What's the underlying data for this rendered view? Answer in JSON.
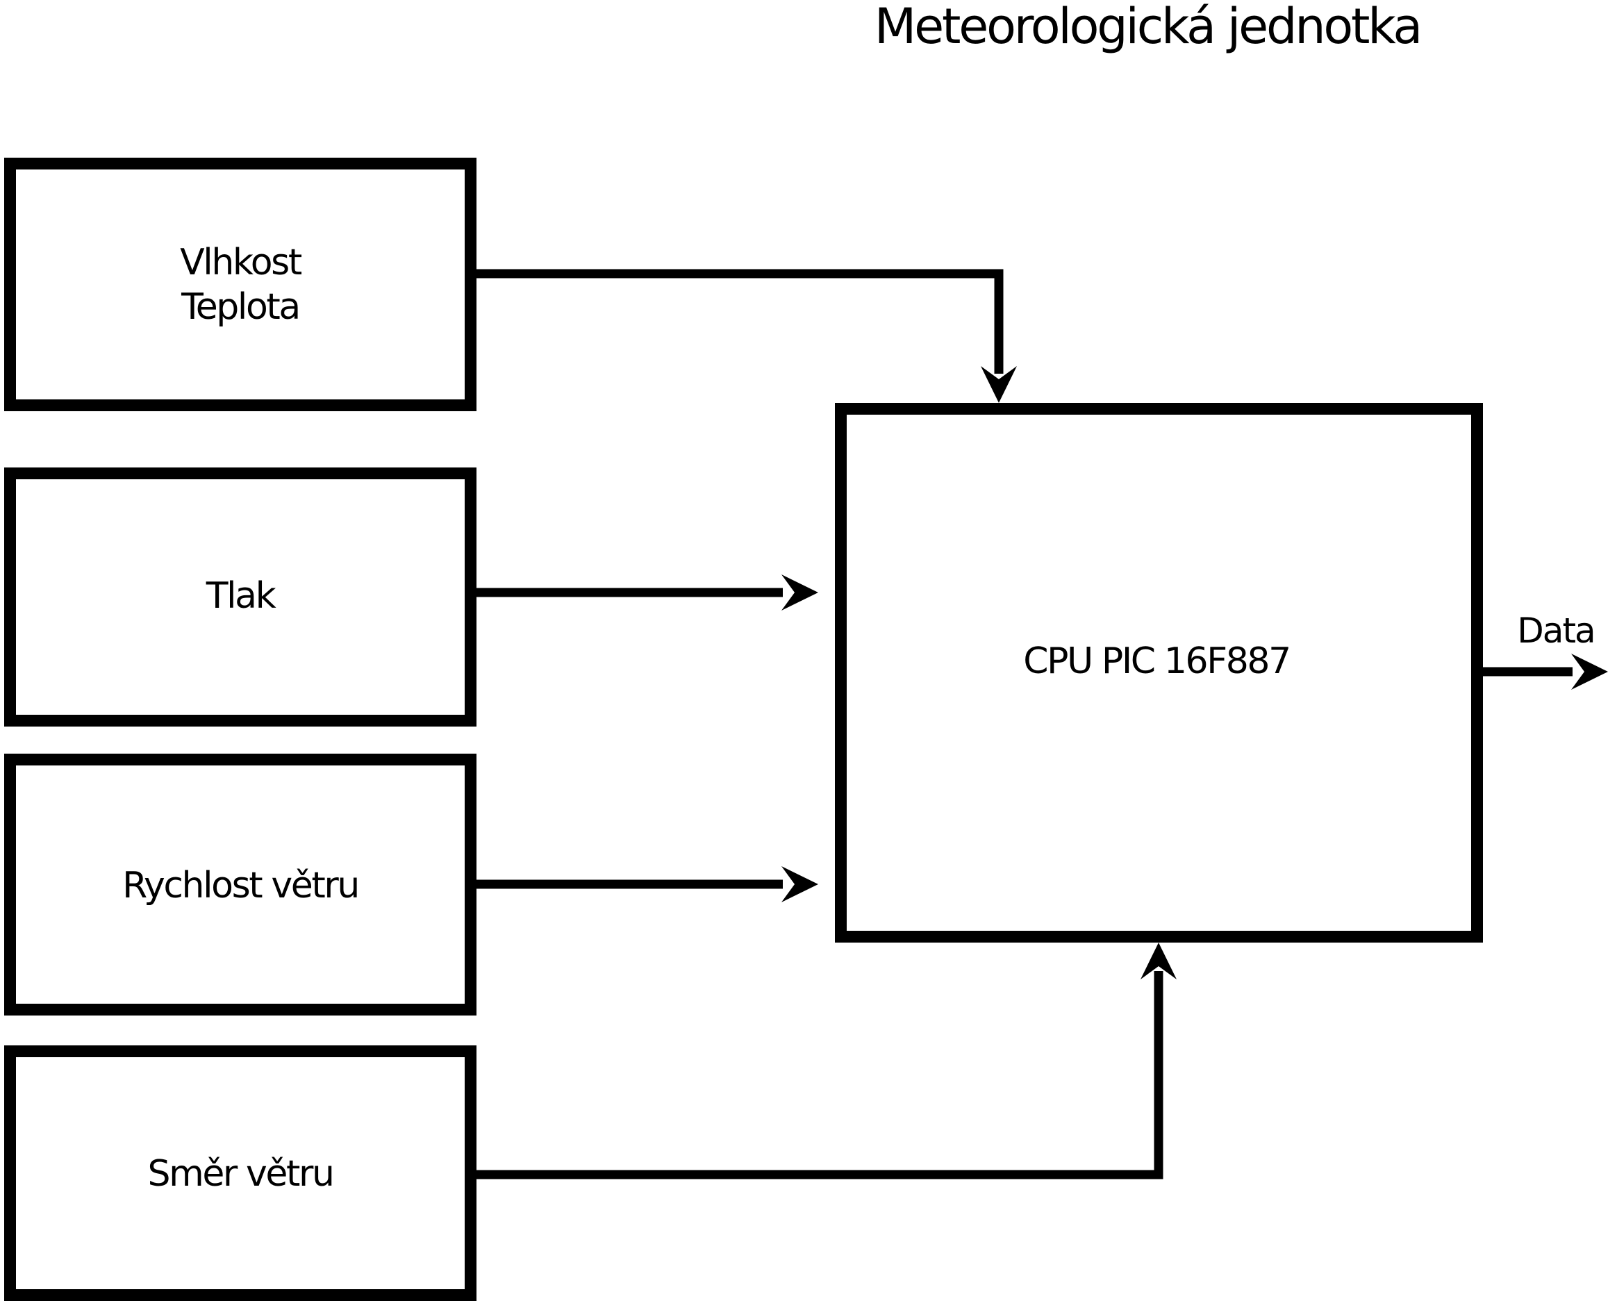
{
  "title": "Meteorologická jednotka",
  "sensors": {
    "humidity_temperature": {
      "line1": "Vlhkost",
      "line2": "Teplota"
    },
    "pressure": {
      "label": "Tlak"
    },
    "wind_speed": {
      "label": "Rychlost větru"
    },
    "wind_direction": {
      "label": "Směr větru"
    }
  },
  "cpu": {
    "label": "CPU PIC 16F887"
  },
  "output": {
    "label": "Data"
  },
  "colors": {
    "background": "#ffffff",
    "box_fill": "#ffffff",
    "stroke": "#000000",
    "text": "#000000"
  }
}
